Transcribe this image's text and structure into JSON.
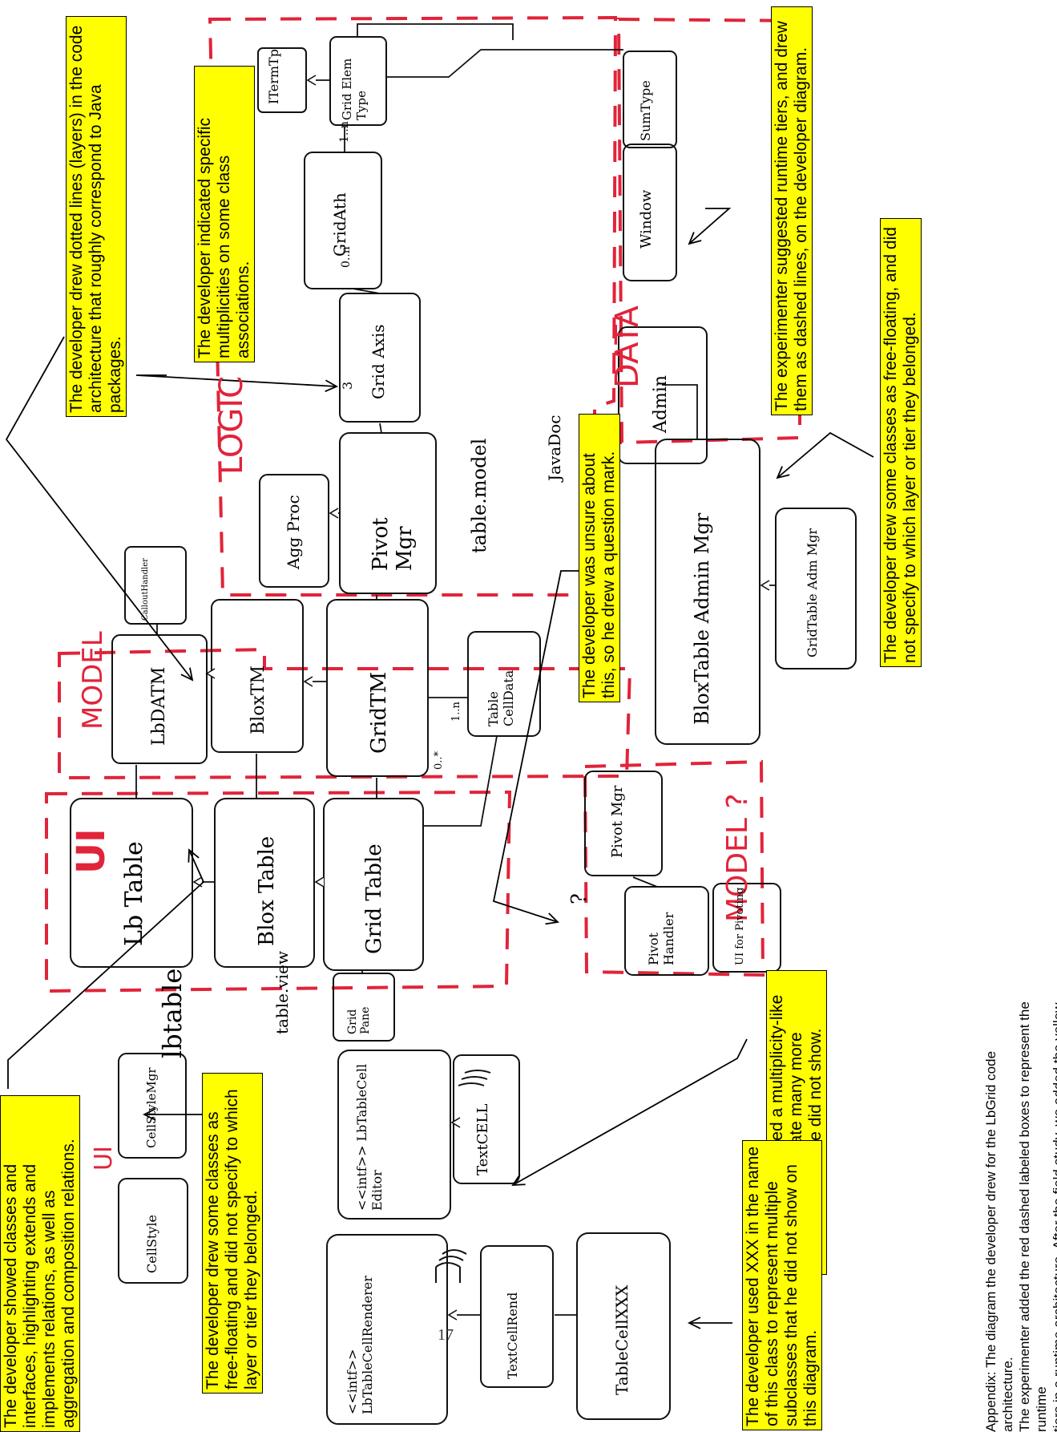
{
  "page_number": "17",
  "callouts": {
    "dotted_lines": "The developer drew dotted lines (layers) in the code architecture that roughly correspond to Java packages.",
    "multiplicities": "The developer indicated specific multiplicities on some class associations.",
    "runtime_tiers": "The experimenter suggested runtime tiers, and drew them as dashed lines, on the developer diagram.",
    "unsure": "The developer was unsure about this, so he drew a question mark.",
    "free_floating_right": "The developer drew some classes as free-floating, and did not specify to which layer or tier they belonged.",
    "extends_implements": "The developer showed classes and interfaces, highlighting extends and implements relations, as well as aggregation and composition relations.",
    "free_floating_left": "The developer drew some classes as free-floating and did not specify to which layer or tier they belonged.",
    "multiplicity_symbol": "The developer used a multiplicity-like symbol to designate many more subclasses that he did not show.",
    "xxx_name": "The developer used XXX in the name of this class to represent multiple subclasses that he did not show on this diagram."
  },
  "caption": {
    "line1": "Appendix: The diagram the developer drew for the LbGrid code architecture.",
    "line2": "The experimenter added the red dashed labeled boxes to represent the runtime",
    "line3": "tiers in a runtime architecture. After the field study, we added the yellow callouts to"
  },
  "tier_labels": {
    "logic": "LOGIC",
    "data": "DATA",
    "model": "MODEL",
    "ui": "UI",
    "model_q": "MODEL ?",
    "ui_small": "UI"
  },
  "classes": {
    "iter_type": "ITermTp",
    "grid_elem": "Grid Elem Type",
    "sum_type": "SumType",
    "grid_ath": "GridAth",
    "window": "Window",
    "grid_axis": "Grid Axis",
    "admin": "Admin",
    "agg_proc": "Agg Proc",
    "pivot_mgr": "Pivot Mgr",
    "callback": "CalloutHandler",
    "lb_datm": "LbDATM",
    "blox_tm": "BloxTM",
    "grid_tm": "GridTM",
    "table_cell": "Table CellData",
    "blox_admin_mgr": "BloxTable Admin Mgr",
    "grid_admin_mgr": "GridTable Adm Mgr",
    "lb_table": "Lb Table",
    "blox_table": "Blox Table",
    "grid_table": "Grid Table",
    "pivot_mgr2": "Pivot Mgr",
    "pivot_handler": "Pivot Handler",
    "ui_pivoting": "UI for Pivoting",
    "grid_pane": "Grid Pane",
    "cell_style_mgr": "CellStyleMgr",
    "cell_style": "CellStyle",
    "lb_cell_editor": "<<intf>> LbTableCell Editor",
    "text_cell": "TextCELL",
    "lb_cell_renderer": "<<intf>> LbTableCellRenderer",
    "text_cell_rend": "TextCellRend",
    "table_cell_xxx": "TableCellXXX"
  },
  "annotations": {
    "table_model": "table.model",
    "javadoc": "JavaDoc",
    "table_view": "table.view",
    "lbtable": "lbtable",
    "mult_3": "3",
    "mult_0n": "0..n",
    "mult_1n": "1..n",
    "question": "?",
    "mult_grid": "1..n",
    "mult_many": "0..*"
  }
}
